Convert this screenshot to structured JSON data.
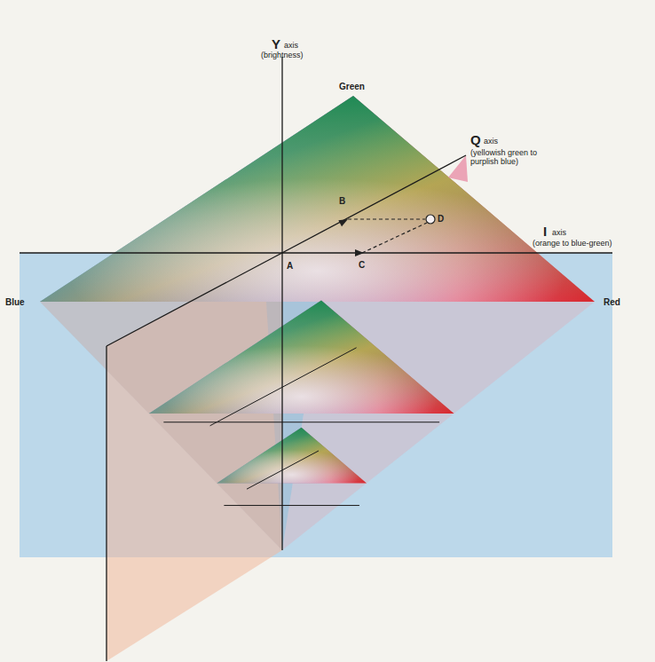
{
  "diagram": {
    "labels": [
      "Y",
      "axis",
      "(brightness)",
      "Green",
      "Q",
      "axis",
      "(yellowish green to purplish blue)",
      "B",
      "D",
      "I",
      "axis",
      "(orange to blue-green)",
      "A",
      "C",
      "Blue",
      "Red"
    ]
  }
}
